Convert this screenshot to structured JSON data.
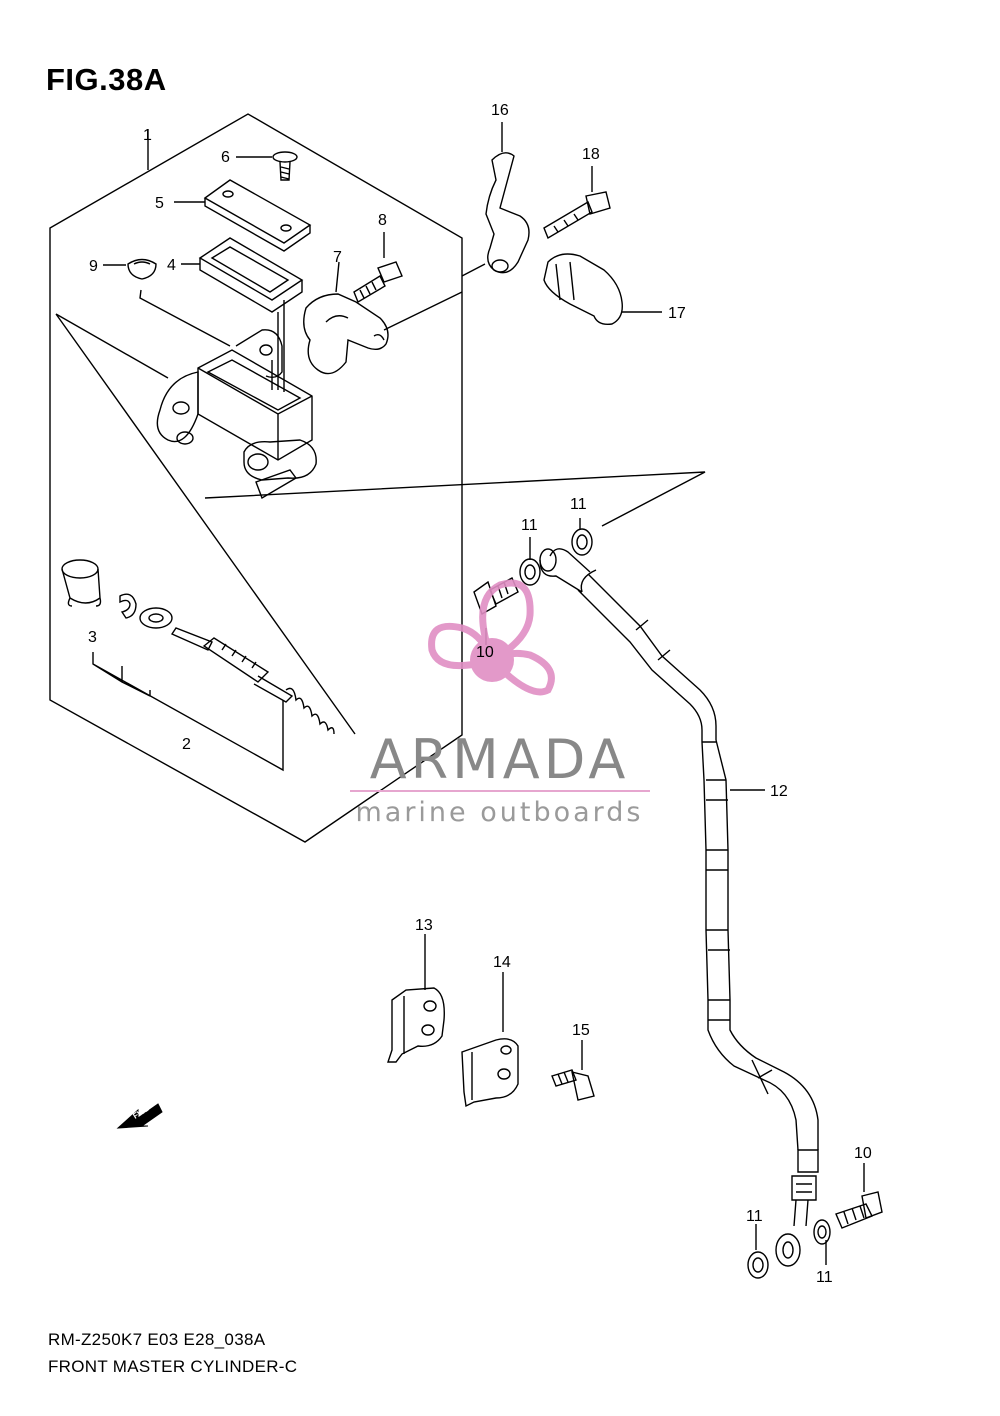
{
  "figure_title": "FIG.38A",
  "footer": {
    "model_line": "RM-Z250K7 E03 E28_038A",
    "caption": "FRONT MASTER CYLINDER-C"
  },
  "callouts": {
    "c1": "1",
    "c2": "2",
    "c3": "3",
    "c4": "4",
    "c5": "5",
    "c6": "6",
    "c7": "7",
    "c8": "8",
    "c9": "9",
    "c10a": "10",
    "c10b": "10",
    "c11a": "11",
    "c11b": "11",
    "c11c": "11",
    "c11d": "11",
    "c12": "12",
    "c13": "13",
    "c14": "14",
    "c15": "15",
    "c16": "16",
    "c17": "17",
    "c18": "18"
  },
  "fwd_marker": "FWD",
  "watermark": {
    "brand": "ARMADA",
    "tagline": "marine outboards",
    "accent_color": "#e08ec4"
  }
}
